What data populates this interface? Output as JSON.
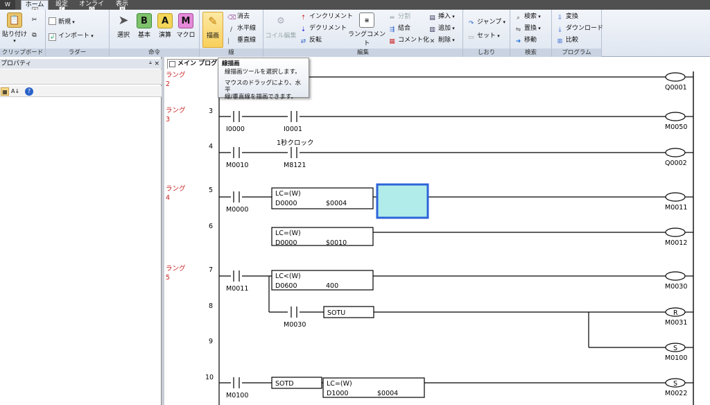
{
  "tabs": [
    {
      "label": "ホーム",
      "key": "H",
      "active": true
    },
    {
      "label": "設定",
      "key": "C",
      "active": false
    },
    {
      "label": "オンライン",
      "key": "O",
      "active": false
    },
    {
      "label": "表示",
      "key": "V",
      "active": false
    }
  ],
  "app_button_key": "W",
  "ribbon": {
    "clipboard": {
      "label": "クリップボード",
      "paste": "貼り付け"
    },
    "ladder": {
      "label": "ラダー",
      "new": "新規",
      "import": "インポート"
    },
    "instruction": {
      "label": "命令",
      "select": "選択",
      "basic": "基本",
      "arith": "演算",
      "macro": "マクロ",
      "basic_glyph": "B",
      "arith_glyph": "A",
      "macro_glyph": "M"
    },
    "line": {
      "label": "線",
      "draw": "描画",
      "erase": "消去",
      "horizontal": "水平線",
      "vertical": "垂直線"
    },
    "edit": {
      "label": "編集",
      "coil_edit": "コイル編集",
      "increment": "インクリメント",
      "decrement": "デクリメント",
      "invert": "反転",
      "rung_comment": "ラングコメント",
      "split": "分割",
      "join": "結合",
      "commentize": "コメント化",
      "insert": "挿入",
      "add": "追加",
      "delete": "削除"
    },
    "bookmark": {
      "label": "しおり",
      "jump": "ジャンプ",
      "set": "セット"
    },
    "search": {
      "label": "検索",
      "find": "検索",
      "replace": "置換",
      "move": "移動"
    },
    "program": {
      "label": "プログラム",
      "convert": "変換",
      "download": "ダウンロード",
      "compare": "比較"
    }
  },
  "properties": {
    "title": "プロパティ",
    "pin": "ᚆ",
    "close": "×"
  },
  "document": {
    "tab_title": "メイン プログラム"
  },
  "tooltip": {
    "title": "線描画",
    "line1": "線描画ツールを選択します。",
    "line2": "マウスのドラッグにより、水平",
    "line3": "線/垂直線を描画できます。"
  },
  "ladder": {
    "rungs": [
      {
        "label": "ラング",
        "num": "2"
      },
      {
        "label": "ラング",
        "num": "3"
      },
      {
        "label": "ラング",
        "num": "4"
      },
      {
        "label": "ラング",
        "num": "5"
      }
    ],
    "lines": [
      "3",
      "4",
      "5",
      "6",
      "7",
      "8",
      "9",
      "10"
    ],
    "contacts": [
      "I0000",
      "I0001",
      "M0010",
      "M8121",
      "M0000",
      "M0011",
      "M0030",
      "M0100"
    ],
    "contact_comment": "1秒クロック",
    "coils": [
      "Q0001",
      "M0050",
      "Q0002",
      "M0011",
      "M0012",
      "M0030",
      "M0031",
      "M0100",
      "M0022"
    ],
    "coil_marks": {
      "reset": "R",
      "set": "S"
    },
    "func_blocks": [
      {
        "name": "LC=(W)",
        "op1": "D0000",
        "op2": "$0004"
      },
      {
        "name": "LC=(W)",
        "op1": "D0000",
        "op2": "$0010"
      },
      {
        "name": "LC<(W)",
        "op1": "D0600",
        "op2": "400"
      },
      {
        "name": "LC=(W)",
        "op1": "D1000",
        "op2": "$0004"
      }
    ],
    "boxes": [
      "SOTU",
      "SOTD"
    ]
  }
}
